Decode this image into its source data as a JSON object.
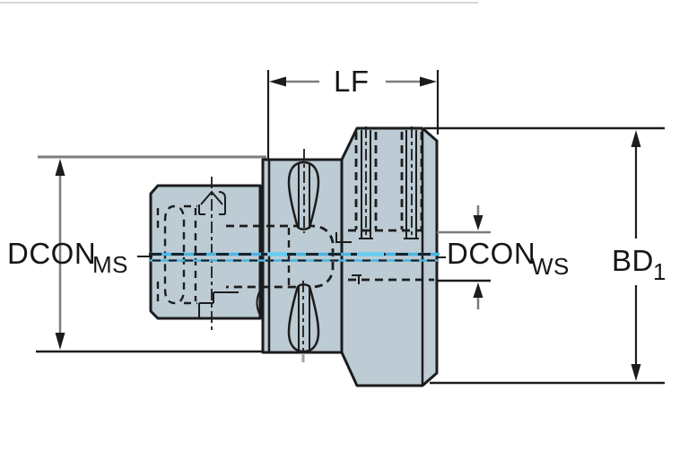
{
  "drawing": {
    "type": "technical-dimension-drawing",
    "labels": {
      "lf": "LF",
      "dcon_ms_main": "DCON",
      "dcon_ms_sub": "MS",
      "dcon_ws_main": "DCON",
      "dcon_ws_sub": "WS",
      "bd1_main": "BD",
      "bd1_sub": "1"
    },
    "colors": {
      "body_fill": "#bccbd4",
      "outline": "#1c1c1c",
      "dimension_gray": "#7d7d7d",
      "centerline_cyan": "#49b5e2",
      "centerline_highlight": "#66cdf2",
      "background": "#ffffff"
    }
  }
}
